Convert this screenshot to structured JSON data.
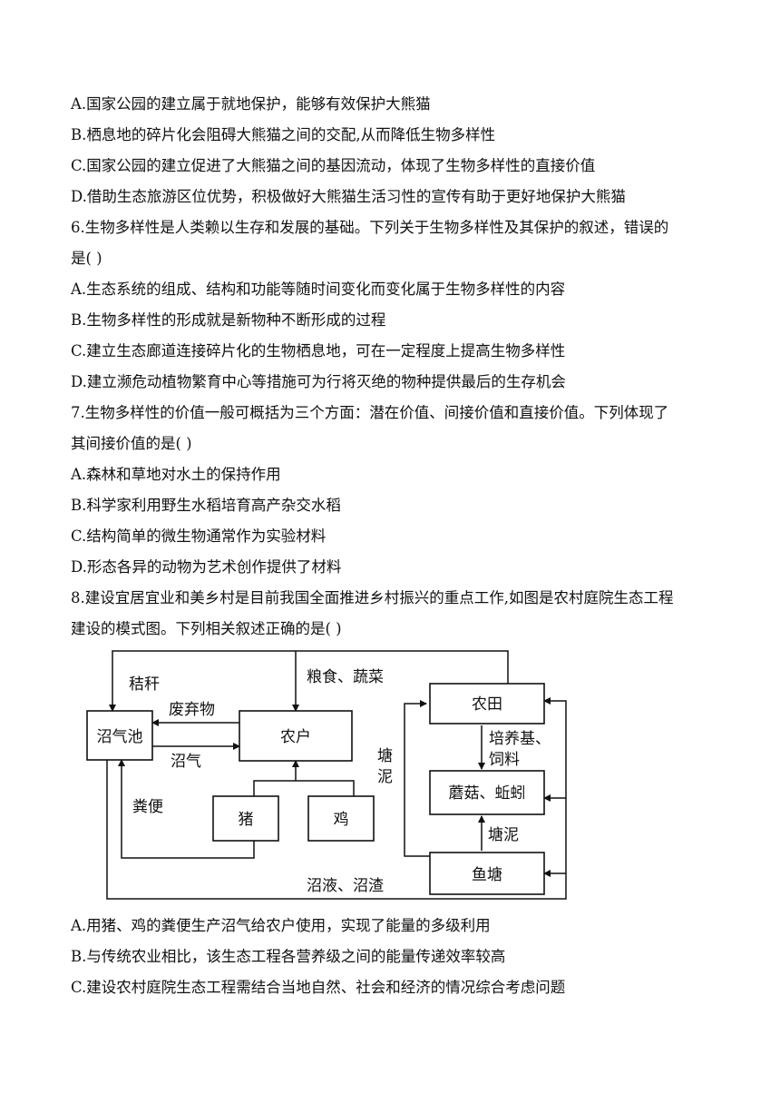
{
  "q5": {
    "a": "A.国家公园的建立属于就地保护，能够有效保护大熊猫",
    "b": "B.栖息地的碎片化会阻碍大熊猫之间的交配,从而降低生物多样性",
    "c": "C.国家公园的建立促进了大熊猫之间的基因流动，体现了生物多样性的直接价值",
    "d": "D.借助生态旅游区位优势，积极做好大熊猫生活习性的宣传有助于更好地保护大熊猫"
  },
  "q6": {
    "stem1": "6.生物多样性是人类赖以生存和发展的基础。下列关于生物多样性及其保护的叙述，错误的",
    "stem2": "是(   )",
    "a": "A.生态系统的组成、结构和功能等随时间变化而变化属于生物多样性的内容",
    "b": "B.生物多样性的形成就是新物种不断形成的过程",
    "c": "C.建立生态廊道连接碎片化的生物栖息地，可在一定程度上提高生物多样性",
    "d": "D.建立濒危动植物繁育中心等措施可为行将灭绝的物种提供最后的生存机会"
  },
  "q7": {
    "stem1": "7.生物多样性的价值一般可概括为三个方面：潜在价值、间接价值和直接价值。下列体现了",
    "stem2": "其间接价值的是(   )",
    "a": "A.森林和草地对水土的保持作用",
    "b": "B.科学家利用野生水稻培育高产杂交水稻",
    "c": "C.结构简单的微生物通常作为实验材料",
    "d": "D.形态各异的动物为艺术创作提供了材料"
  },
  "q8": {
    "stem1": "8.建设宜居宜业和美乡村是目前我国全面推进乡村振兴的重点工作,如图是农村庭院生态工程",
    "stem2": "建设的模式图。下列相关叙述正确的是(   )",
    "a": "A.用猪、鸡的粪便生产沼气给农户使用，实现了能量的多级利用",
    "b": "B.与传统农业相比，该生态工程各营养级之间的能量传递效率较高",
    "c": "C.建设农村庭院生态工程需结合当地自然、社会和经济的情况综合考虑问题"
  },
  "diagram": {
    "nodes": {
      "biogas_pit": "沼气池",
      "farmhouse": "农户",
      "pig": "猪",
      "chicken": "鸡",
      "farmland": "农田",
      "mushroom": "蘑菇、蚯蚓",
      "fishpond": "鱼塘"
    },
    "edges": {
      "straw": "秸秆",
      "grain": "粮食、蔬菜",
      "waste": "废弃物",
      "biogas": "沼气",
      "manure": "粪便",
      "pond_mud_left_1": "塘",
      "pond_mud_left_2": "泥",
      "medium_1": "培养基、",
      "medium_2": "饲料",
      "pond_mud": "塘泥",
      "slurry": "沼液、沼渣"
    }
  }
}
